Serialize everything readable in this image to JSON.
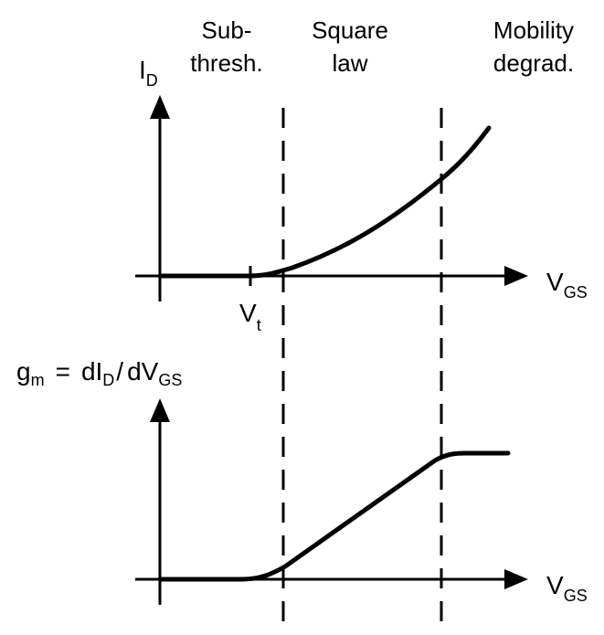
{
  "regions": [
    {
      "line1": "Sub-",
      "line2": "thresh."
    },
    {
      "line1": "Square",
      "line2": "law"
    },
    {
      "line1": "Mobility",
      "line2": "degrad."
    }
  ],
  "top_plot": {
    "y_axis": {
      "main": "I",
      "sub": "D"
    },
    "x_axis": {
      "main": "V",
      "sub": "GS"
    },
    "threshold": {
      "main": "V",
      "sub": "t"
    }
  },
  "bottom_plot": {
    "y_axis": {
      "g": "g",
      "g_sub": "m",
      "eq": "=",
      "d1": "dI",
      "d1_sub": "D",
      "slash": "/",
      "d2": "dV",
      "d2_sub": "GS"
    },
    "x_axis": {
      "main": "V",
      "sub": "GS"
    }
  },
  "colors": {
    "ink": "#000000",
    "background": "#ffffff"
  }
}
